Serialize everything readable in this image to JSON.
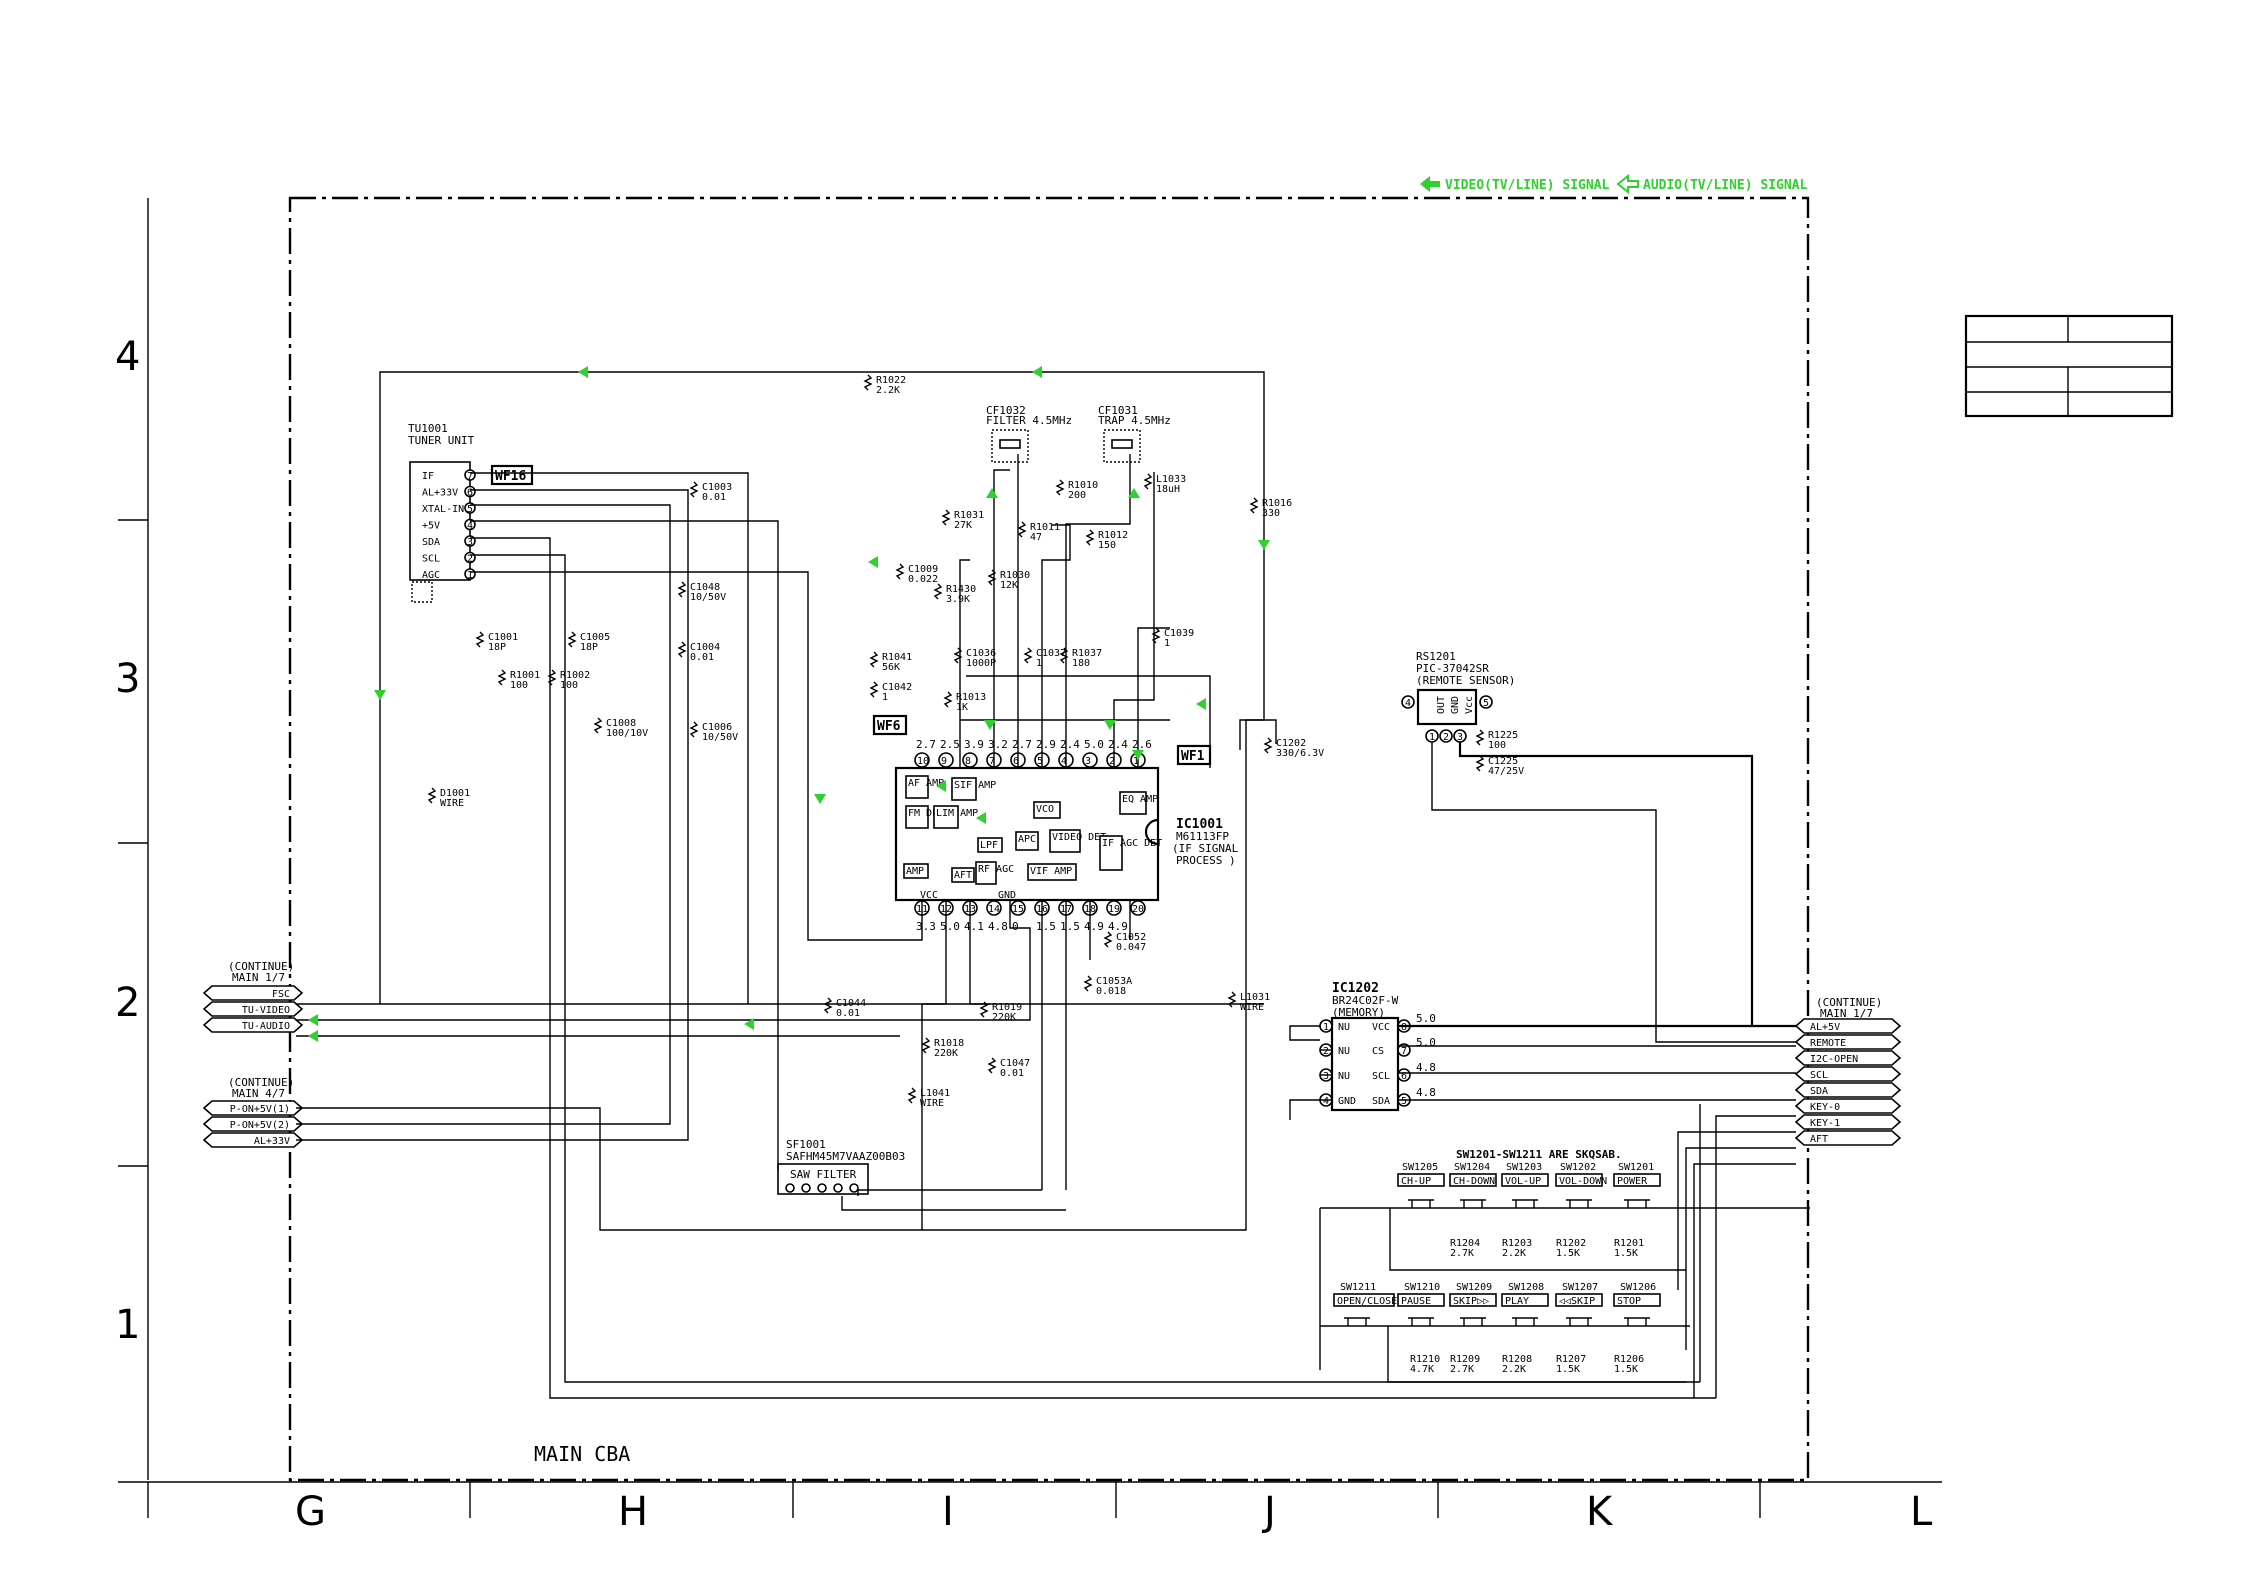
{
  "legend": {
    "video_signal": "VIDEO(TV/LINE) SIGNAL",
    "audio_signal": "AUDIO(TV/LINE) SIGNAL",
    "video_color": "#2fd12f",
    "audio_color": "#2fd12f"
  },
  "board_label": "MAIN CBA",
  "grid": {
    "rows": [
      "4",
      "3",
      "2",
      "1"
    ],
    "columns": [
      "G",
      "H",
      "I",
      "J",
      "K",
      "L"
    ]
  },
  "tuner": {
    "ref": "TU1001",
    "name": "TUNER UNIT",
    "pins": [
      "IF",
      "AL+33V",
      "XTAL-IN",
      "+5V",
      "SDA",
      "SCL",
      "AGC"
    ],
    "pin_numbers": [
      "7",
      "6",
      "5",
      "4",
      "3",
      "2",
      "1"
    ]
  },
  "waveforms": [
    "WF16",
    "WF6",
    "WF1"
  ],
  "ic1001": {
    "ref": "IC1001",
    "part": "M61113FP",
    "function_1": "(IF SIGNAL",
    "function_2": "PROCESS  )",
    "top_pins": [
      "10",
      "9",
      "8",
      "7",
      "6",
      "5",
      "4",
      "3",
      "2",
      "1"
    ],
    "top_volts": [
      "2.7",
      "2.5",
      "3.9",
      "3.2",
      "2.7",
      "2.9",
      "2.4",
      "5.0",
      "2.4",
      "2.6"
    ],
    "bottom_pins": [
      "11",
      "12",
      "13",
      "14",
      "15",
      "16",
      "17",
      "18",
      "19",
      "20"
    ],
    "bottom_volts": [
      "3.3",
      "5.0",
      "4.1",
      "4.8",
      "0",
      "1.5",
      "1.5",
      "4.9",
      "4.9"
    ],
    "blocks": [
      "AF AMP",
      "SIF AMP",
      "FM DET",
      "LIM AMP",
      "VCO",
      "EQ AMP",
      "LPF",
      "APC",
      "VIDEO DET",
      "IF AGC DET",
      "AMP",
      "AFT",
      "RF AGC",
      "VIF AMP",
      "VCC",
      "GND"
    ]
  },
  "ic1202": {
    "ref": "IC1202",
    "part": "BR24C02F-W",
    "function": "(MEMORY)",
    "left_pins": [
      "NU",
      "NU",
      "NU",
      "GND"
    ],
    "left_numbers": [
      "1",
      "2",
      "3",
      "4"
    ],
    "right_pins": [
      "VCC",
      "CS",
      "SCL",
      "SDA"
    ],
    "right_numbers": [
      "8",
      "7",
      "6",
      "5"
    ],
    "right_volts": [
      "5.0",
      "5.0",
      "4.8",
      "4.8"
    ]
  },
  "rs1201": {
    "ref": "RS1201",
    "part": "PIC-37042SR",
    "function": "(REMOTE SENSOR)",
    "pins": [
      "OUT",
      "GND",
      "Vcc"
    ]
  },
  "filters": {
    "cf1032": [
      "CF1032",
      "FILTER 4.5MHz"
    ],
    "cf1031": [
      "CF1031",
      "TRAP 4.5MHz"
    ],
    "sf1001": [
      "SF1001",
      "SAFHM45M7VAAZ00B03"
    ],
    "saw": "SAW FILTER"
  },
  "components": [
    [
      "R1022",
      "2.2K"
    ],
    [
      "R1031",
      "27K"
    ],
    [
      "R1011",
      "47"
    ],
    [
      "R1010",
      "200"
    ],
    [
      "L1033",
      "18uH"
    ],
    [
      "R1012",
      "150"
    ],
    [
      "R1016",
      "330"
    ],
    [
      "C1003",
      "0.01"
    ],
    [
      "C1009",
      "0.022"
    ],
    [
      "R1430",
      "3.9K"
    ],
    [
      "R1030",
      "12K"
    ],
    [
      "C1048",
      "10/50V"
    ],
    [
      "C1001",
      "18P"
    ],
    [
      "C1005",
      "18P"
    ],
    [
      "C1004",
      "0.01"
    ],
    [
      "R1001",
      "100"
    ],
    [
      "R1002",
      "100"
    ],
    [
      "C1036",
      "1000P"
    ],
    [
      "C1037",
      "1"
    ],
    [
      "R1037",
      "180"
    ],
    [
      "C1039",
      "1"
    ],
    [
      "R1041",
      "56K"
    ],
    [
      "C1042",
      "1"
    ],
    [
      "R1013",
      "1K"
    ],
    [
      "C1008",
      "100/10V"
    ],
    [
      "C1006",
      "10/50V"
    ],
    [
      "C1202",
      "330/6.3V"
    ],
    [
      "R1225",
      "100"
    ],
    [
      "C1225",
      "47/25V"
    ],
    [
      "D1001",
      "WIRE"
    ],
    [
      "C1052",
      "0.047"
    ],
    [
      "C1053A",
      "0.018"
    ],
    [
      "R1019",
      "220K"
    ],
    [
      "R1018",
      "220K"
    ],
    [
      "C1047",
      "0.01"
    ],
    [
      "L1041",
      "WIRE"
    ],
    [
      "L1031",
      "WIRE"
    ],
    [
      "C1044",
      "0.01"
    ]
  ],
  "left_connector_1": {
    "title_1": "(CONTINUE)",
    "title_2": "MAIN 1/7",
    "lines": [
      "FSC",
      "TU-VIDEO",
      "TU-AUDIO"
    ]
  },
  "left_connector_2": {
    "title_1": "(CONTINUE)",
    "title_2": "MAIN 4/7",
    "lines": [
      "P-ON+5V(1)",
      "P-ON+5V(2)",
      "AL+33V"
    ]
  },
  "right_connector": {
    "title_1": "(CONTINUE)",
    "title_2": "MAIN 1/7",
    "lines": [
      "AL+5V",
      "REMOTE",
      "I2C-OPEN",
      "SCL",
      "SDA",
      "KEY-0",
      "KEY-1",
      "AFT"
    ]
  },
  "switches": {
    "note": "SW1201-SW1211 ARE SKQSAB.",
    "row1": [
      [
        "SW1205",
        "CH-UP"
      ],
      [
        "SW1204",
        "CH-DOWN"
      ],
      [
        "SW1203",
        "VOL-UP"
      ],
      [
        "SW1202",
        "VOL-DOWN"
      ],
      [
        "SW1201",
        "POWER"
      ]
    ],
    "row1_res": [
      [
        "R1204",
        "2.7K"
      ],
      [
        "R1203",
        "2.2K"
      ],
      [
        "R1202",
        "1.5K"
      ],
      [
        "R1201",
        "1.5K"
      ]
    ],
    "row2": [
      [
        "SW1211",
        "OPEN/CLOSE"
      ],
      [
        "SW1210",
        "PAUSE"
      ],
      [
        "SW1209",
        "SKIP▷▷"
      ],
      [
        "SW1208",
        "PLAY"
      ],
      [
        "SW1207",
        "◁◁SKIP"
      ],
      [
        "SW1206",
        "STOP"
      ]
    ],
    "row2_res": [
      [
        "R1210",
        "4.7K"
      ],
      [
        "R1209",
        "2.7K"
      ],
      [
        "R1208",
        "2.2K"
      ],
      [
        "R1207",
        "1.5K"
      ],
      [
        "R1206",
        "1.5K"
      ]
    ]
  }
}
